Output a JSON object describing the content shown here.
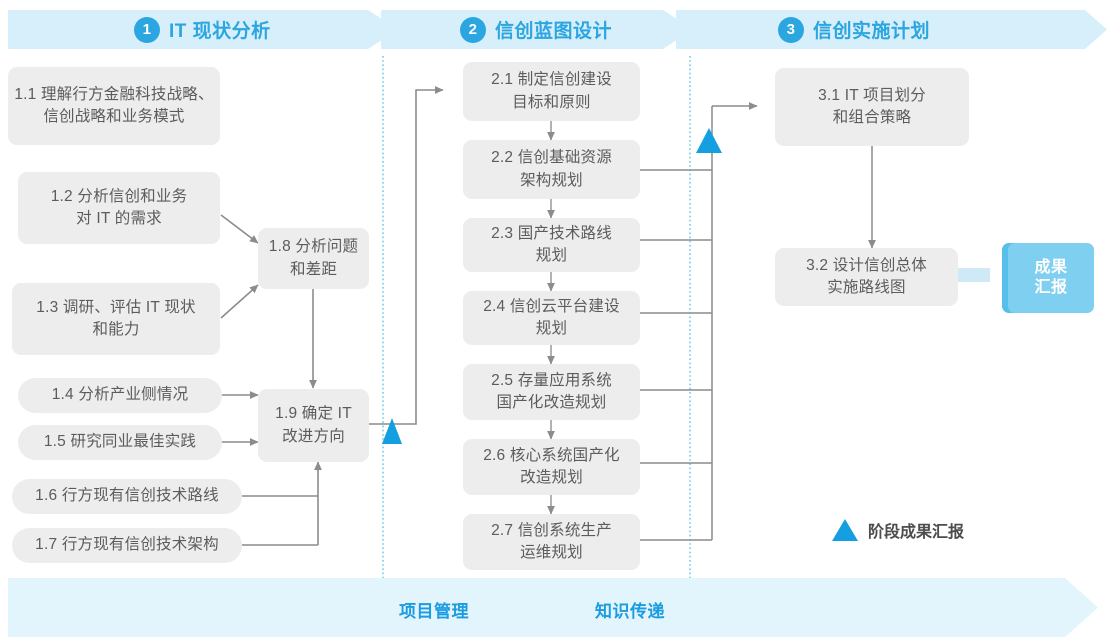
{
  "header": {
    "stages": [
      {
        "num": "1",
        "label": "IT 现状分析"
      },
      {
        "num": "2",
        "label": "信创蓝图设计"
      },
      {
        "num": "3",
        "label": "信创实施计划"
      }
    ]
  },
  "phase1": {
    "boxes": [
      {
        "id": "1.1",
        "text": "1.1 理解行方金融科技战略、\n信创战略和业务模式"
      },
      {
        "id": "1.2",
        "text": "1.2 分析信创和业务\n对 IT 的需求"
      },
      {
        "id": "1.3",
        "text": "1.3 调研、评估 IT 现状\n和能力"
      },
      {
        "id": "1.4",
        "text": "1.4 分析产业侧情况"
      },
      {
        "id": "1.5",
        "text": "1.5 研究同业最佳实践"
      },
      {
        "id": "1.6",
        "text": "1.6 行方现有信创技术路线"
      },
      {
        "id": "1.7",
        "text": "1.7 行方现有信创技术架构"
      },
      {
        "id": "1.8",
        "text": "1.8 分析问题\n和差距"
      },
      {
        "id": "1.9",
        "text": "1.9 确定 IT\n改进方向"
      }
    ]
  },
  "phase2": {
    "boxes": [
      {
        "id": "2.1",
        "text": "2.1 制定信创建设\n目标和原则"
      },
      {
        "id": "2.2",
        "text": "2.2 信创基础资源\n架构规划"
      },
      {
        "id": "2.3",
        "text": "2.3 国产技术路线\n规划"
      },
      {
        "id": "2.4",
        "text": "2.4 信创云平台建设\n规划"
      },
      {
        "id": "2.5",
        "text": "2.5 存量应用系统\n国产化改造规划"
      },
      {
        "id": "2.6",
        "text": "2.6 核心系统国产化\n改造规划"
      },
      {
        "id": "2.7",
        "text": "2.7 信创系统生产\n运维规划"
      }
    ]
  },
  "phase3": {
    "boxes": [
      {
        "id": "3.1",
        "text": "3.1 IT 项目划分\n和组合策略"
      },
      {
        "id": "3.2",
        "text": "3.2 设计信创总体\n实施路线图"
      }
    ]
  },
  "outcome": {
    "text": "成果\n汇报"
  },
  "legend": {
    "text": "阶段成果汇报"
  },
  "footer": {
    "labels": [
      "项目管理",
      "知识传递"
    ]
  },
  "colors": {
    "accent": "#2ba6e0",
    "banner": "#d7eefb",
    "footer_banner": "#e2f4fc",
    "box": "#ededed",
    "box_text": "#5c5c5c",
    "connector": "#8c8c8c",
    "outcome": "#7fcff0",
    "milestone": "#14a0e0",
    "divider": "#59c3ea"
  }
}
